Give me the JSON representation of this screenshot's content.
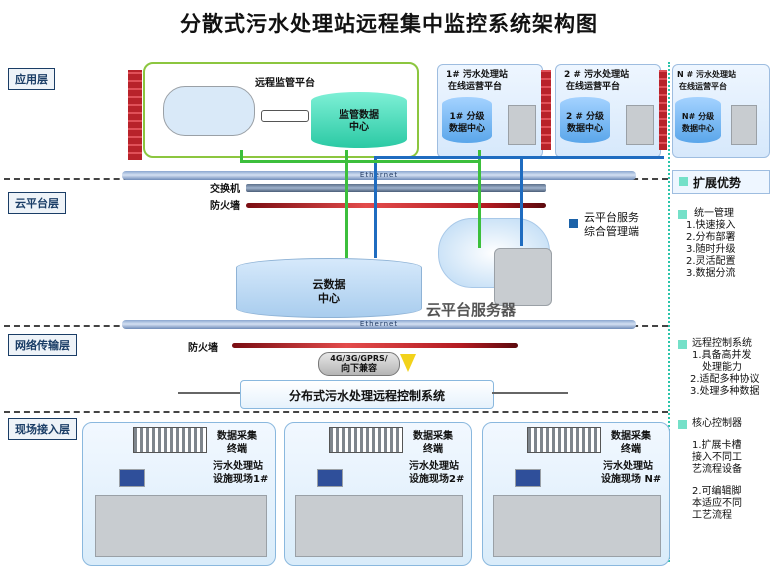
{
  "title": "分散式污水处理站远程集中监控系统架构图",
  "layers": {
    "app": "应用层",
    "cloud": "云平台层",
    "network": "网络传输层",
    "field": "现场接入层"
  },
  "app_layer": {
    "remote_platform": "远程监管平台",
    "monitor_center_l1": "监管数据",
    "monitor_center_l2": "中心",
    "stations": [
      {
        "l1": "1# 污水处理站",
        "l2": "在线运营平台",
        "db1": "1# 分级",
        "db2": "数据中心"
      },
      {
        "l1": "2 # 污水处理站",
        "l2": "在线运营平台",
        "db1": "2 # 分级",
        "db2": "数据中心"
      },
      {
        "l1": "N # 污水处理站",
        "l2": "在线运营平台",
        "db1": "N# 分级",
        "db2": "数据中心"
      }
    ]
  },
  "cloud_layer": {
    "ethernet": "Ethernet",
    "switch": "交换机",
    "firewall": "防火墙",
    "service_l1": "云平台服务",
    "service_l2": "综合管理端",
    "data_center_l1": "云数据",
    "data_center_l2": "中心",
    "server": "云平台服务器"
  },
  "network_layer": {
    "ethernet": "Ethernet",
    "firewall": "防火墙",
    "compat_l1": "4G/3G/GPRS/",
    "compat_l2": "向下兼容",
    "control_system": "分布式污水处理远程控制系统"
  },
  "field_sites": [
    {
      "t1": "数据采集",
      "t2": "终端",
      "s1": "污水处理站",
      "s2": "设施现场1#"
    },
    {
      "t1": "数据采集",
      "t2": "终端",
      "s1": "污水处理站",
      "s2": "设施现场2#"
    },
    {
      "t1": "数据采集",
      "t2": "终端",
      "s1": "污水处理站",
      "s2": "设施现场 N#"
    }
  ],
  "advantages": {
    "title": "扩展优势",
    "unified_title": "统一管理",
    "unified_items": [
      "1.快速接入",
      "2.分布部署",
      "3.随时升级",
      "2.灵活配置",
      "3.数据分流"
    ],
    "remote_title": "远程控制系统",
    "remote_items": [
      "1.具备高并发",
      "处理能力",
      "2.适配多种协议",
      "3.处理多种数据"
    ],
    "core_title": "核心控制器",
    "core_items": [
      "1.扩展卡槽",
      "接入不同工",
      "艺流程设备",
      "",
      "2.可编辑脚",
      "本适应不同",
      "工艺流程"
    ]
  },
  "colors": {
    "green_arrow": "#3cbf3c",
    "blue_arrow": "#1f6cc0",
    "accent": "#74e0c8",
    "panel_border": "#8cc63f"
  }
}
